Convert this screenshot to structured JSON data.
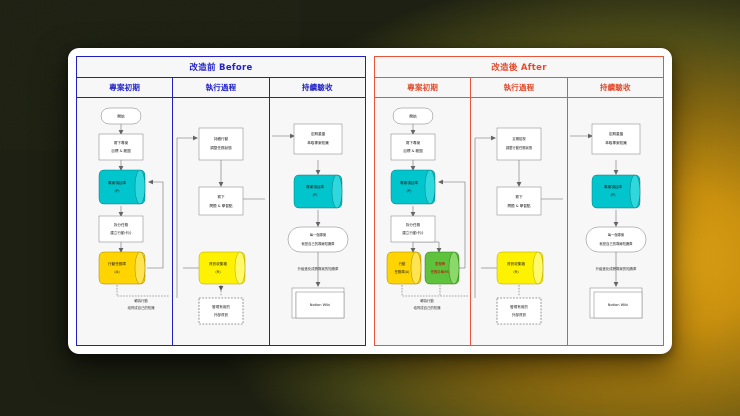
{
  "card": {
    "panels": [
      {
        "id": "before",
        "title": "改造前 Before",
        "accent": "#2222c8",
        "lanes": [
          {
            "id": "before-early",
            "title": "專案初期",
            "nodes": [
              {
                "name": "start",
                "shape": "stadium",
                "lines": [
                  "開始"
                ]
              },
              {
                "name": "set-goal",
                "shape": "rect",
                "lines": [
                  "寫下專案",
                  "目標 & 範圍"
                ]
              },
              {
                "name": "project-db",
                "shape": "cyl-cyan",
                "lines": [
                  "專案項目庫",
                  "(P)"
                ]
              },
              {
                "name": "split-task",
                "shape": "rect",
                "lines": [
                  "拆分任務",
                  "建立行動卡片"
                ]
              },
              {
                "name": "action-db",
                "shape": "cyl-yellow",
                "lines": [
                  "行動任務庫",
                  "(A)"
                ]
              }
            ],
            "annotations": [
              {
                "name": "anno-action",
                "lines": [
                  "轉為行動",
                  "培育成自己的知識"
                ]
              }
            ]
          },
          {
            "id": "before-exec",
            "title": "執行過程",
            "nodes": [
              {
                "name": "update-status",
                "shape": "rect",
                "lines": [
                  "持續行動",
                  "調整任務狀態"
                ]
              },
              {
                "name": "write-notes",
                "shape": "rect",
                "lines": [
                  "寫下",
                  "問題 & 學習點"
                ]
              },
              {
                "name": "info-db",
                "shape": "cyl-light",
                "lines": [
                  "資訊收集箱",
                  "(R)"
                ]
              }
            ],
            "annotations": [],
            "dashed_nodes": [
              {
                "name": "external-info",
                "lines": [
                  "發現有用的",
                  "外部資訊"
                ]
              }
            ]
          },
          {
            "id": "before-verify",
            "title": "持續驗收",
            "nodes": [
              {
                "name": "review-knowledge",
                "shape": "rect",
                "lines": [
                  "定期重盤",
                  "萃取專案知識"
                ]
              },
              {
                "name": "archive-db",
                "shape": "cyl-cyan",
                "lines": [
                  "專案項目庫",
                  "(P)"
                ]
              },
              {
                "name": "outcome",
                "shape": "stadium",
                "lines": [
                  "每一個專案",
                  "就是自己的專屬知識庫"
                ]
              },
              {
                "name": "notion-wiki",
                "shape": "doc",
                "lines": [
                  "Notion Wiki"
                ]
              }
            ],
            "annotations": [
              {
                "name": "anno-upgrade",
                "lines": [
                  "升級進化成跨專案的知識庫"
                ]
              }
            ]
          }
        ]
      },
      {
        "id": "after",
        "title": "改造後 After",
        "accent": "#e14b2c",
        "lanes": [
          {
            "id": "after-early",
            "title": "專案初期",
            "nodes": [
              {
                "name": "start",
                "shape": "stadium",
                "lines": [
                  "開始"
                ]
              },
              {
                "name": "set-goal",
                "shape": "rect",
                "lines": [
                  "寫下專案",
                  "目標 & 範圍"
                ]
              },
              {
                "name": "project-db",
                "shape": "cyl-cyan",
                "lines": [
                  "專案項目庫",
                  "(P)"
                ]
              },
              {
                "name": "split-task",
                "shape": "rect",
                "lines": [
                  "拆分任務",
                  "建立行動卡片"
                ]
              },
              {
                "name": "action-db",
                "shape": "cyl-yellow",
                "lines": [
                  "行動",
                  "任務庫(A)"
                ]
              },
              {
                "name": "milestone-db",
                "shape": "cyl-green",
                "lines": [
                  "里程碑",
                  "任務清單(M)"
                ]
              }
            ],
            "annotations": [
              {
                "name": "anno-action",
                "lines": [
                  "轉為行動",
                  "培育成自己的知識"
                ]
              }
            ]
          },
          {
            "id": "after-exec",
            "title": "執行過程",
            "nodes": [
              {
                "name": "update-status",
                "shape": "rect",
                "lines": [
                  "定期檢視",
                  "調整行動任務狀態"
                ]
              },
              {
                "name": "write-notes",
                "shape": "rect",
                "lines": [
                  "寫下",
                  "問題 & 學習點"
                ]
              },
              {
                "name": "info-db",
                "shape": "cyl-light",
                "lines": [
                  "資訊收集箱",
                  "(R)"
                ]
              }
            ],
            "annotations": [],
            "dashed_nodes": [
              {
                "name": "external-info",
                "lines": [
                  "發現有用的",
                  "外部資訊"
                ]
              }
            ]
          },
          {
            "id": "after-verify",
            "title": "持續驗收",
            "nodes": [
              {
                "name": "review-knowledge",
                "shape": "rect",
                "lines": [
                  "定期重盤",
                  "萃取專案知識"
                ]
              },
              {
                "name": "archive-db",
                "shape": "cyl-cyan",
                "lines": [
                  "專案項目庫",
                  "(P)"
                ]
              },
              {
                "name": "outcome",
                "shape": "stadium",
                "lines": [
                  "每一個專案",
                  "就是自己的專屬知識庫"
                ]
              },
              {
                "name": "notion-wiki",
                "shape": "doc",
                "lines": [
                  "Notion Wiki"
                ]
              }
            ],
            "annotations": [
              {
                "name": "anno-upgrade",
                "lines": [
                  "升級進化成跨專案的知識庫"
                ]
              }
            ]
          }
        ]
      }
    ]
  }
}
